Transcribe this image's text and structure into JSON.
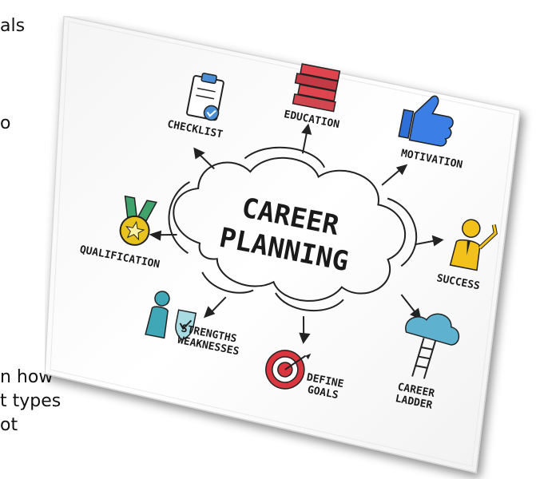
{
  "background_text": {
    "line1": "als",
    "line2": "o",
    "line3": "n how",
    "line4": "t types",
    "line5": "ot"
  },
  "card": {
    "title_line1": "CAREER",
    "title_line2": "PLANNING",
    "items": {
      "education": "EDUCATION",
      "motivation": "MOTIVATION",
      "checklist": "CHECKLIST",
      "success": "SUCCESS",
      "qualification": "QUALIFICATION",
      "career_ladder_1": "CAREER",
      "career_ladder_2": "LADDER",
      "strengths_1": "STRENGTHS",
      "strengths_2": "WEAKNESSES",
      "define_goals_1": "DEFINE",
      "define_goals_2": "GOALS"
    }
  },
  "colors": {
    "card_bg": "#ffffff",
    "education_red": "#e0454f",
    "motivation_blue": "#2e6fd8",
    "checklist_blue": "#4a8fd6",
    "success_yellow": "#f2c21b",
    "qualification_yellow": "#e8c21f",
    "ladder_cloud": "#5fb2cf",
    "strengths_teal": "#3fa7b5",
    "goals_red": "#d9363f"
  }
}
